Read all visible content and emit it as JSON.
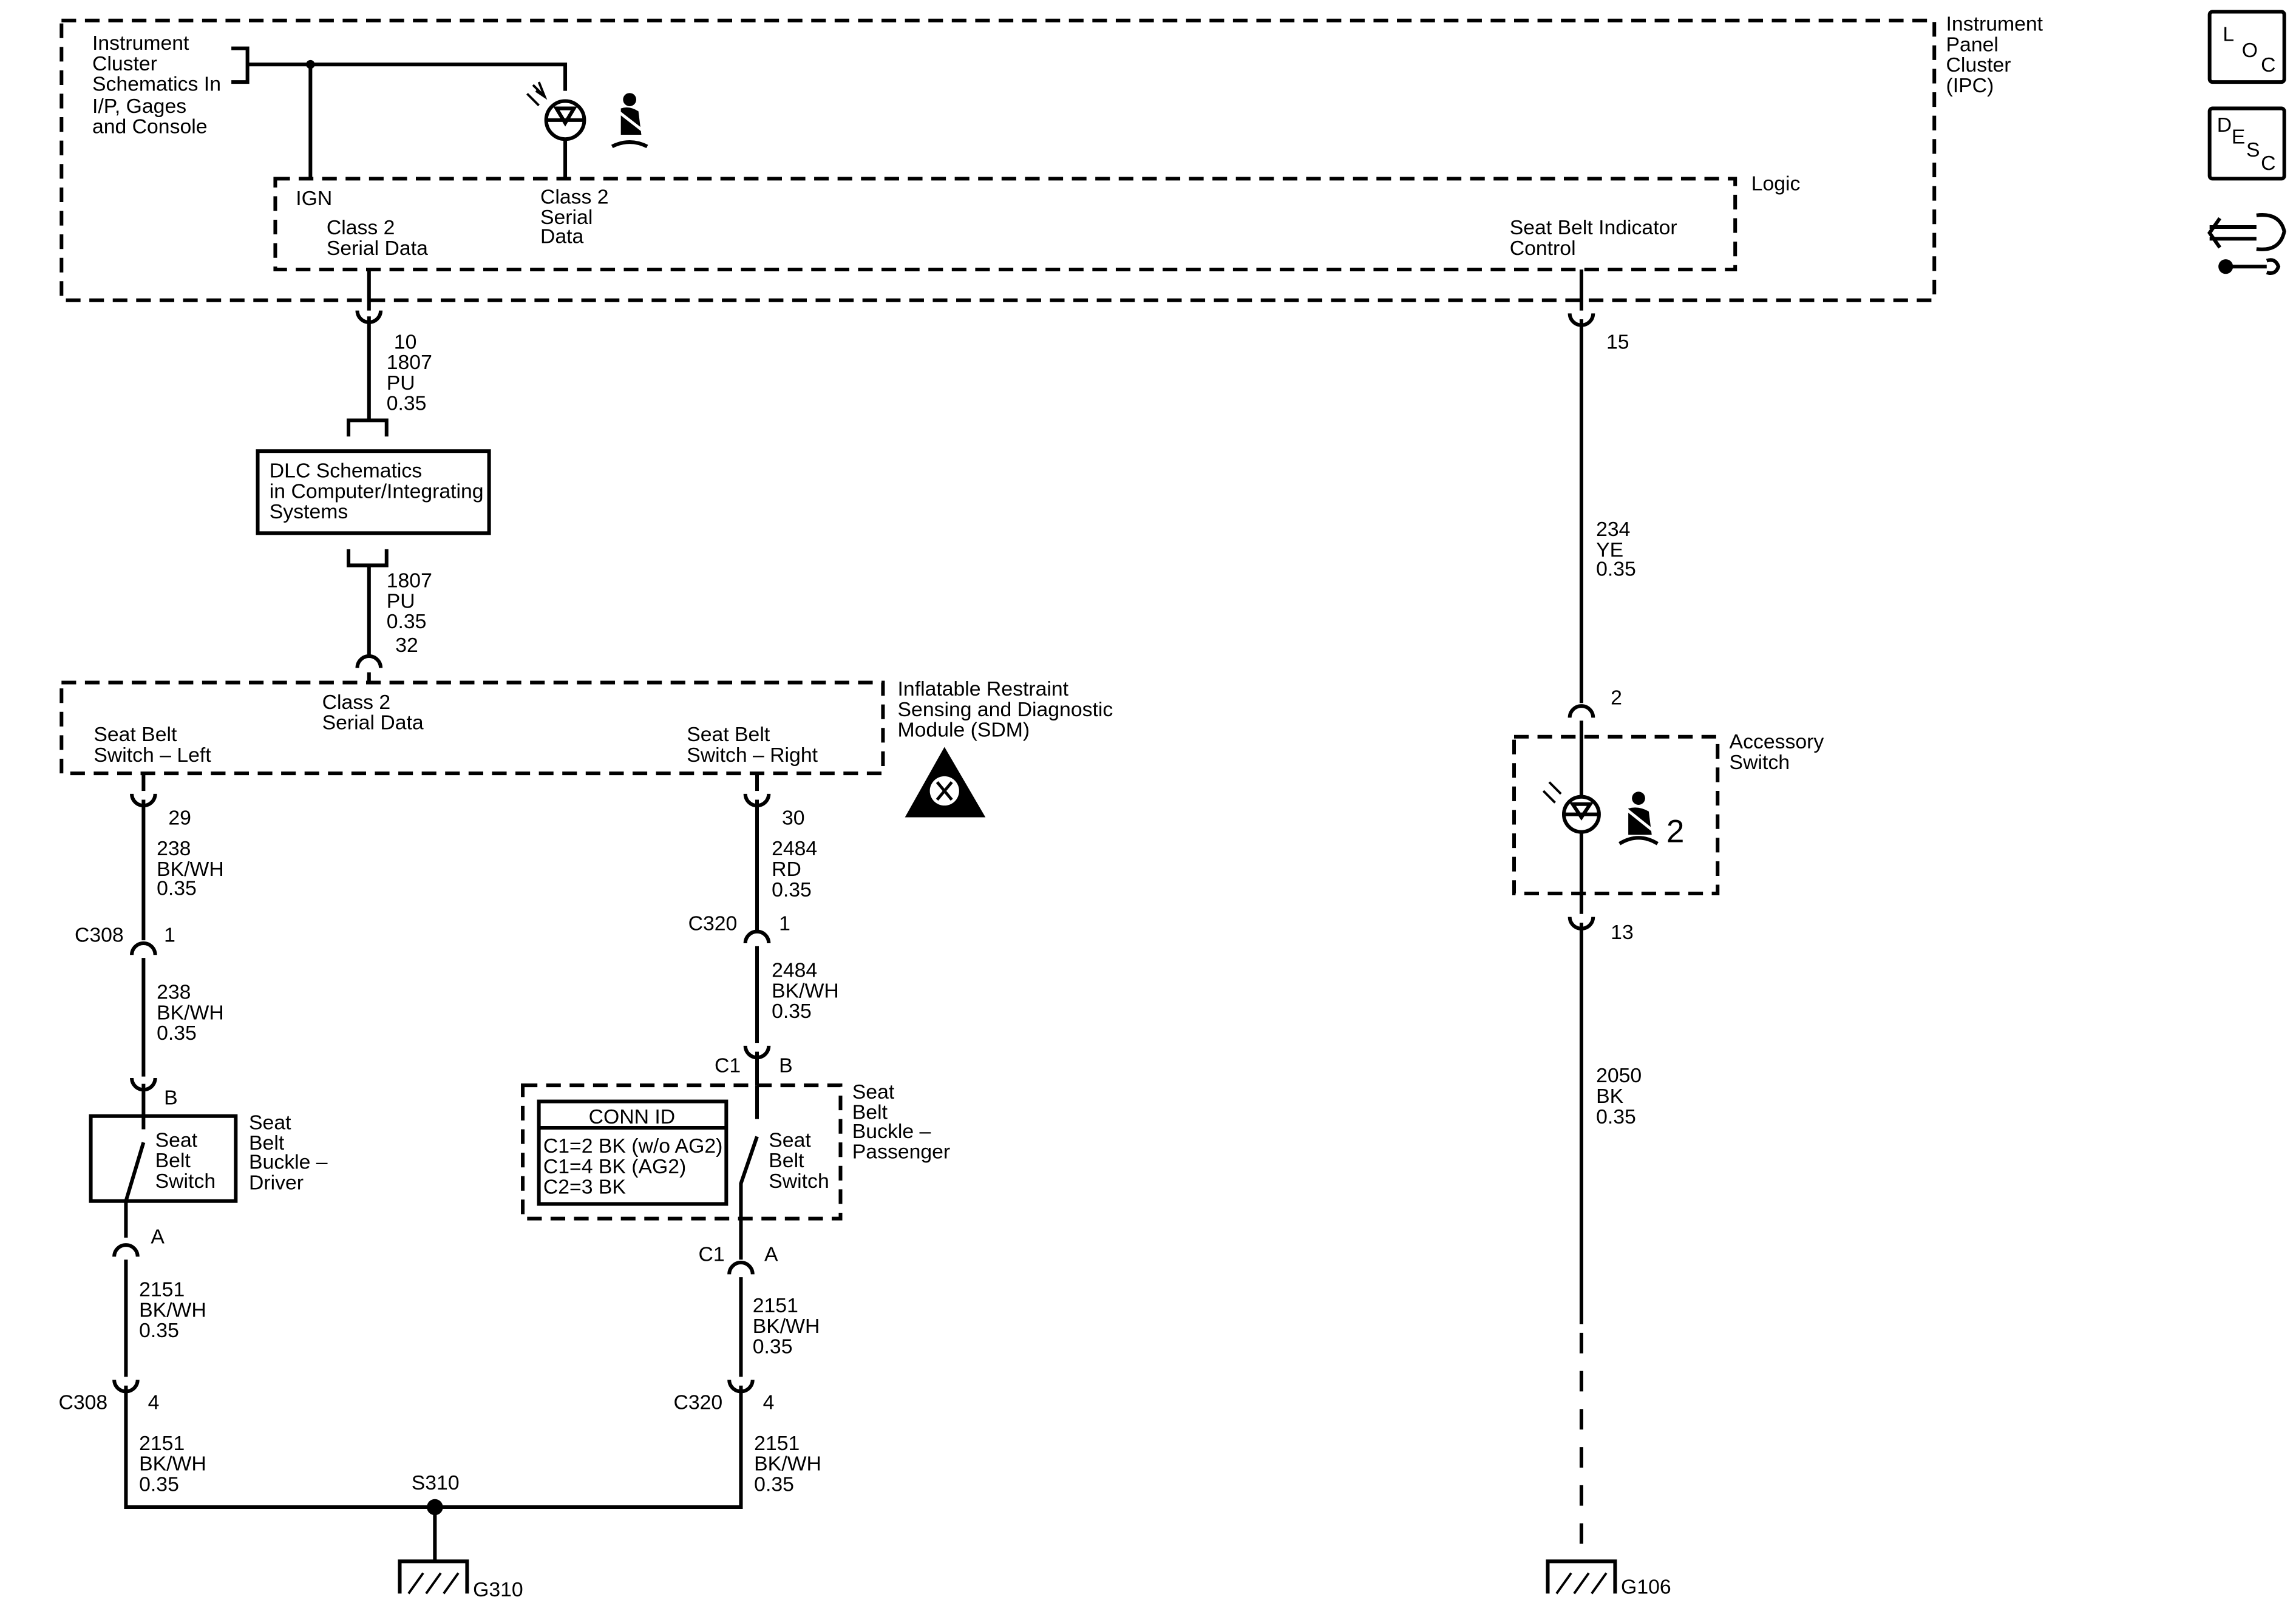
{
  "ipc": {
    "title": [
      "Instrument",
      "Panel",
      "Cluster",
      "(IPC)"
    ],
    "cluster_ref": [
      "Instrument",
      "Cluster",
      "Schematics In",
      "I/P, Gages",
      "and Console"
    ],
    "logic": "Logic",
    "ign": "IGN",
    "class2_left": [
      "Class 2",
      "Serial Data"
    ],
    "class2_mid": [
      "Class 2",
      "Serial",
      "Data"
    ],
    "seatbelt_indicator": [
      "Seat Belt Indicator",
      "Control"
    ]
  },
  "wires": {
    "ipc_pin10": "10",
    "w1807a": [
      "1807",
      "PU",
      "0.35"
    ],
    "dlc": [
      "DLC Schematics",
      "in Computer/Integrating",
      "Systems"
    ],
    "w1807b": [
      "1807",
      "PU",
      "0.35"
    ],
    "sdm_pin32": "32",
    "ipc_pin15": "15",
    "w234": [
      "234",
      "YE",
      "0.35"
    ],
    "acc_pin2": "2",
    "acc_pin13": "13",
    "w2050": [
      "2050",
      "BK",
      "0.35"
    ]
  },
  "sdm": {
    "title": [
      "Inflatable Restraint",
      "Sensing and Diagnostic",
      "Module (SDM)"
    ],
    "class2": [
      "Class 2",
      "Serial Data"
    ],
    "sb_left": [
      "Seat Belt",
      "Switch – Left"
    ],
    "sb_right": [
      "Seat Belt",
      "Switch – Right"
    ]
  },
  "accessory": {
    "title": [
      "Accessory",
      "Switch"
    ],
    "digit": "2"
  },
  "left_branch": {
    "pin29": "29",
    "w238a": [
      "238",
      "BK/WH",
      "0.35"
    ],
    "c308": "C308",
    "c308_pin1": "1",
    "w238b": [
      "238",
      "BK/WH",
      "0.35"
    ],
    "pinB": "B",
    "switch_label": [
      "Seat",
      "Belt",
      "Switch"
    ],
    "buckle_label": [
      "Seat",
      "Belt",
      "Buckle –",
      "Driver"
    ],
    "pinA": "A",
    "w2151a": [
      "2151",
      "BK/WH",
      "0.35"
    ],
    "c308b": "C308",
    "c308_pin4": "4",
    "w2151b": [
      "2151",
      "BK/WH",
      "0.35"
    ]
  },
  "right_branch": {
    "pin30": "30",
    "w2484a": [
      "2484",
      "RD",
      "0.35"
    ],
    "c320": "C320",
    "c320_pin1": "1",
    "w2484b": [
      "2484",
      "BK/WH",
      "0.35"
    ],
    "c1_top": "C1",
    "pinB": "B",
    "conn_id_title": "CONN ID",
    "conn_id_rows": [
      "C1=2 BK (w/o AG2)",
      "C1=4 BK (AG2)",
      "C2=3 BK"
    ],
    "switch_label": [
      "Seat",
      "Belt",
      "Switch"
    ],
    "buckle_label": [
      "Seat",
      "Belt",
      "Buckle –",
      "Passenger"
    ],
    "c1_bot": "C1",
    "pinA": "A",
    "w2151a": [
      "2151",
      "BK/WH",
      "0.35"
    ],
    "c320b": "C320",
    "c320_pin4": "4",
    "w2151b": [
      "2151",
      "BK/WH",
      "0.35"
    ]
  },
  "grounds": {
    "splice": "S310",
    "g310": "G310",
    "g106": "G106"
  },
  "side_icons": {
    "loc": [
      "L",
      "O",
      "C"
    ],
    "desc": [
      "D",
      "E",
      "S",
      "C"
    ]
  }
}
